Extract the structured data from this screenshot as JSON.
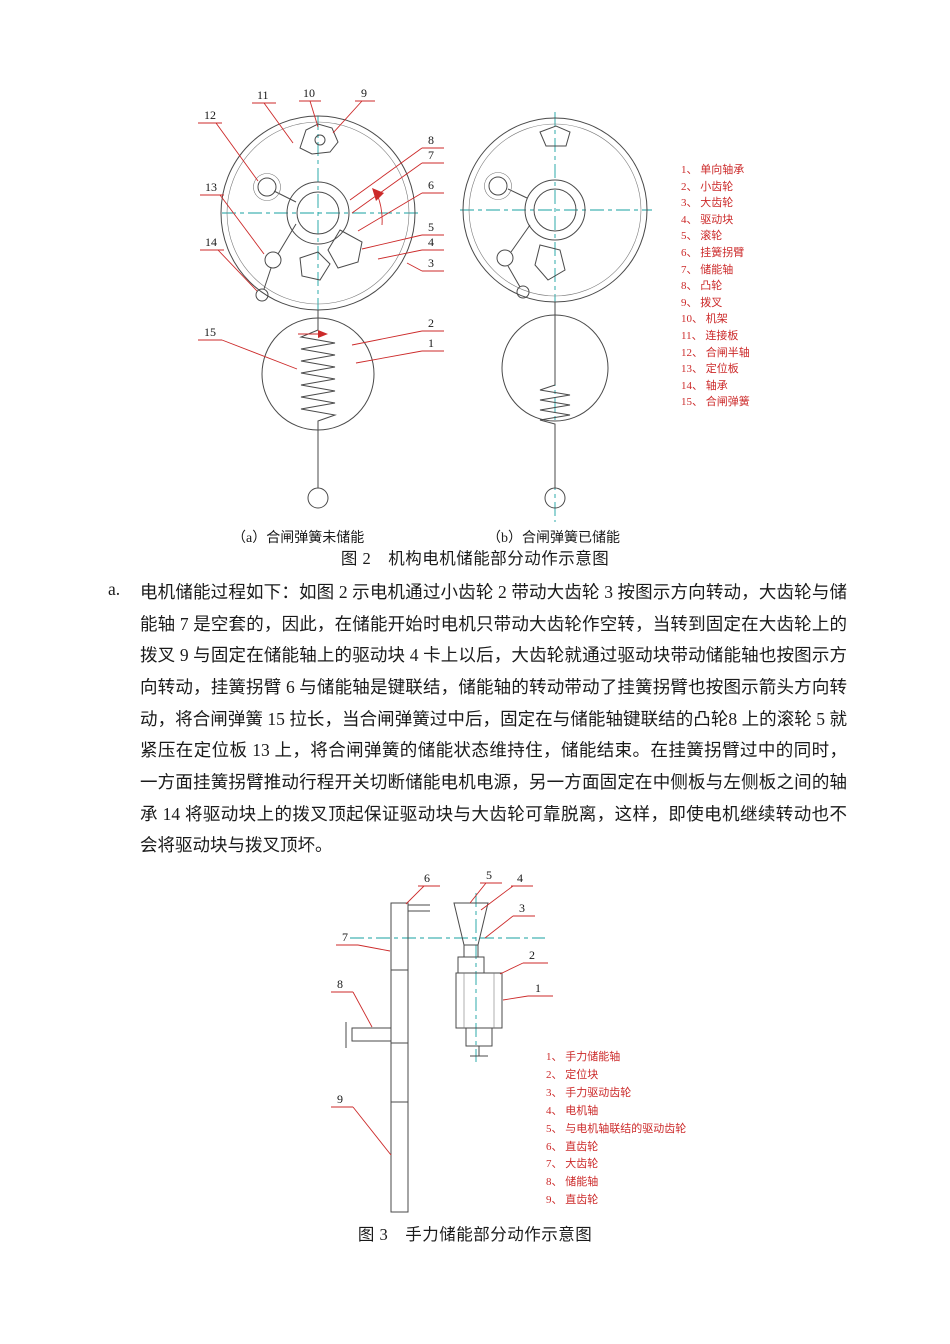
{
  "figure2": {
    "legend": [
      "1、 单向轴承",
      "2、 小齿轮",
      "3、 大齿轮",
      "4、 驱动块",
      "5、 滚轮",
      "6、 挂簧拐臂",
      "7、 储能轴",
      "8、 凸轮",
      "9、 拨叉",
      "10、 机架",
      "11、 连接板",
      "12、 合闸半轴",
      "13、 定位板",
      "14、 轴承",
      "15、 合闸弹簧"
    ],
    "callouts": {
      "n1": "1",
      "n2": "2",
      "n3": "3",
      "n4": "4",
      "n5": "5",
      "n6": "6",
      "n7": "7",
      "n8": "8",
      "n9": "9",
      "n10": "10",
      "n11": "11",
      "n12": "12",
      "n13": "13",
      "n14": "14",
      "n15": "15"
    },
    "caption_a": "（a）合闸弹簧未储能",
    "caption_b": "（b）合闸弹簧已储能",
    "caption": "图 2　机构电机储能部分动作示意图"
  },
  "paragraph": {
    "marker": "a.",
    "text": "电机储能过程如下：如图 2 示电机通过小齿轮 2 带动大齿轮 3 按图示方向转动，大齿轮与储能轴 7 是空套的，因此，在储能开始时电机只带动大齿轮作空转，当转到固定在大齿轮上的拨叉 9 与固定在储能轴上的驱动块 4 卡上以后，大齿轮就通过驱动块带动储能轴也按图示方向转动，挂簧拐臂 6 与储能轴是键联结，储能轴的转动带动了挂簧拐臂也按图示箭头方向转动，将合闸弹簧 15 拉长，当合闸弹簧过中后，固定在与储能轴键联结的凸轮8 上的滚轮 5 就紧压在定位板 13 上，将合闸弹簧的储能状态维持住，储能结束。在挂簧拐臂过中的同时，一方面挂簧拐臂推动行程开关切断储能电机电源，另一方面固定在中侧板与左侧板之间的轴承 14 将驱动块上的拨叉顶起保证驱动块与大齿轮可靠脱离，这样，即使电机继续转动也不会将驱动块与拨叉顶坏。"
  },
  "figure3": {
    "legend": [
      "1、 手力储能轴",
      "2、 定位块",
      "3、 手力驱动齿轮",
      "4、 电机轴",
      "5、 与电机轴联结的驱动齿轮",
      "6、 直齿轮",
      "7、 大齿轮",
      "8、 储能轴",
      "9、 直齿轮"
    ],
    "callouts": {
      "n1": "1",
      "n2": "2",
      "n3": "3",
      "n4": "4",
      "n5": "5",
      "n6": "6",
      "n7": "7",
      "n8": "8",
      "n9": "9"
    },
    "caption": "图 3　手力储能部分动作示意图"
  },
  "colors": {
    "legend_red": "#cc2a2a",
    "centerline_teal": "#17a2a2",
    "drawing_line": "#4a4a4a"
  }
}
